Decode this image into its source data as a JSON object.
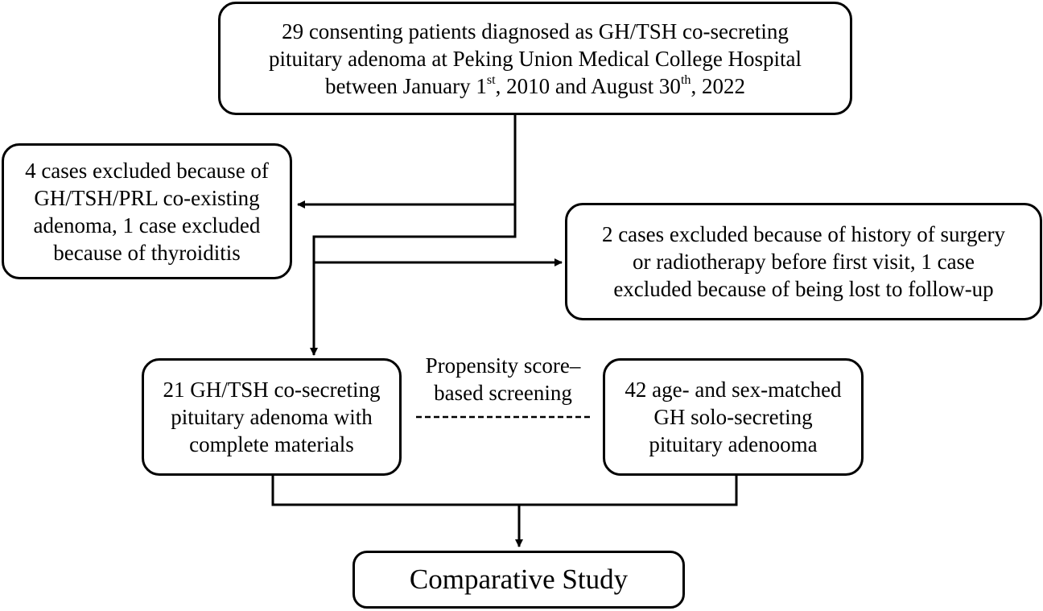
{
  "boxes": {
    "top": {
      "line1": "29 consenting patients diagnosed as GH/TSH co-secreting",
      "line2": "pituitary adenoma at Peking Union Medical College Hospital",
      "line3_pre": "between January 1",
      "line3_sup1": "st",
      "line3_mid": ", 2010 and August 30",
      "line3_sup2": "th",
      "line3_post": ", 2022"
    },
    "exclusion_left": {
      "lines": [
        "4 cases excluded because of",
        "GH/TSH/PRL co-existing",
        "adenoma, 1 case excluded",
        "because of thyroiditis"
      ]
    },
    "exclusion_right": {
      "lines": [
        "2 cases excluded because of history of surgery",
        "or radiotherapy before first visit, 1 case",
        "excluded because of being lost to follow-up"
      ]
    },
    "cosecreting": {
      "lines": [
        "21 GH/TSH co-secreting",
        "pituitary adenoma with",
        "complete materials"
      ]
    },
    "solo": {
      "lines": [
        "42 age- and sex-matched",
        "GH solo-secreting",
        "pituitary adenooma"
      ]
    },
    "study": {
      "label": "Comparative Study"
    }
  },
  "matching_label": {
    "line1": "Propensity score–",
    "line2": "based screening"
  }
}
